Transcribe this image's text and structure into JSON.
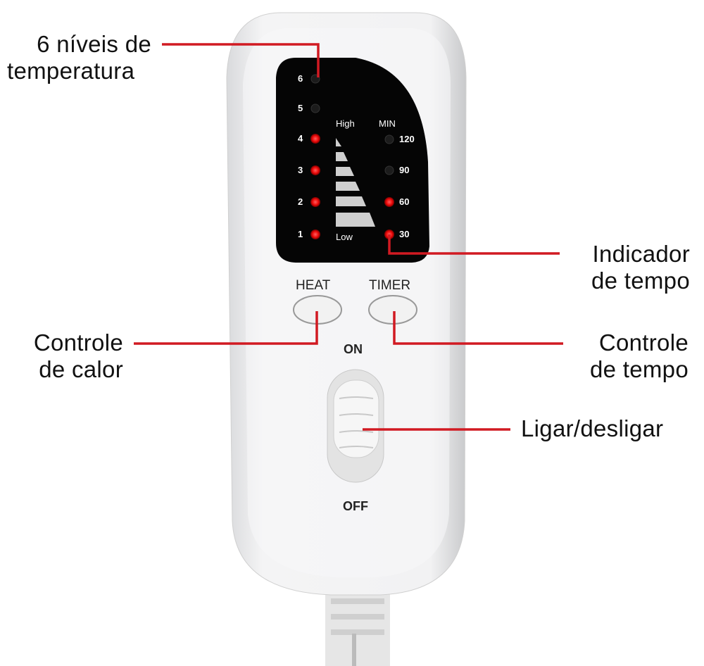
{
  "callouts": {
    "temp_levels": [
      "6 níveis de",
      "temperatura"
    ],
    "time_indicator": [
      "Indicador",
      "de tempo"
    ],
    "heat_control": [
      "Controle",
      "de calor"
    ],
    "time_control": [
      "Controle",
      "de tempo"
    ],
    "power": "Ligar/desligar"
  },
  "device": {
    "levels": [
      "6",
      "5",
      "4",
      "3",
      "2",
      "1"
    ],
    "levels_lit": [
      false,
      false,
      true,
      true,
      true,
      true
    ],
    "high_label": "High",
    "low_label": "Low",
    "min_label": "MIN",
    "timer_values": [
      "120",
      "90",
      "60",
      "30"
    ],
    "timer_lit": [
      false,
      false,
      true,
      true
    ],
    "heat_button": "HEAT",
    "timer_button": "TIMER",
    "on_label": "ON",
    "off_label": "OFF"
  },
  "colors": {
    "leader": "#d11a22",
    "led_on": "#ff1a1a",
    "led_off": "#1c1c1c",
    "panel": "#050505"
  }
}
